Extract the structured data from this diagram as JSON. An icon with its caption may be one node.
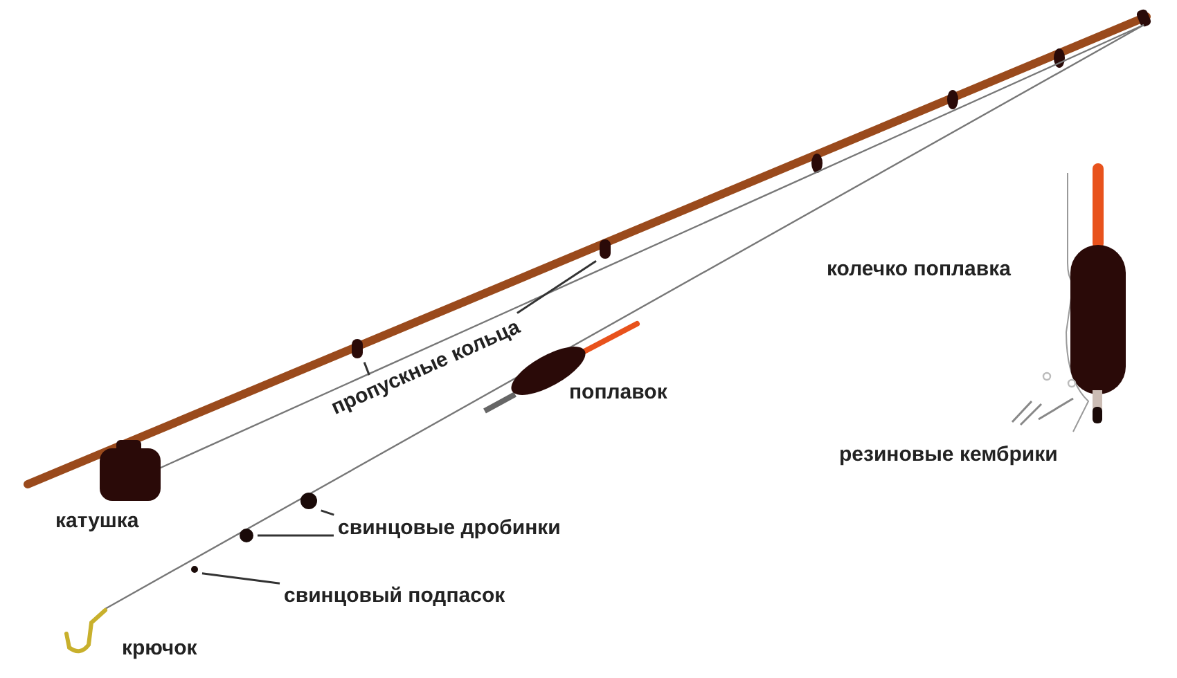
{
  "diagram": {
    "nodes": [
      {
        "text": [
          "пропускные кольца"
        ]
      },
      {
        "text": [],
        "shape": "ring"
      },
      {
        "text": [],
        "shape": "ring"
      },
      {
        "text": [
          "свинцовые дробинки"
        ]
      },
      {
        "text": [],
        "shape": "circle"
      },
      {
        "text": [],
        "shape": "circle"
      },
      {
        "text": [
          "свинцовый подпасок"
        ]
      },
      {
        "text": [],
        "shape": "circle"
      }
    ],
    "edges": [
      {
        "from": 0,
        "to": 1,
        "arrow": "none"
      },
      {
        "from": 0,
        "to": 2,
        "arrow": "none"
      },
      {
        "from": 3,
        "to": 4,
        "arrow": "none"
      },
      {
        "from": 3,
        "to": 5,
        "arrow": "none"
      },
      {
        "from": 6,
        "to": 7,
        "arrow": "none"
      }
    ],
    "labels": [
      "колечко поплавка",
      "поплавок",
      "резиновые кембрики",
      "катушка",
      "крючок"
    ]
  }
}
